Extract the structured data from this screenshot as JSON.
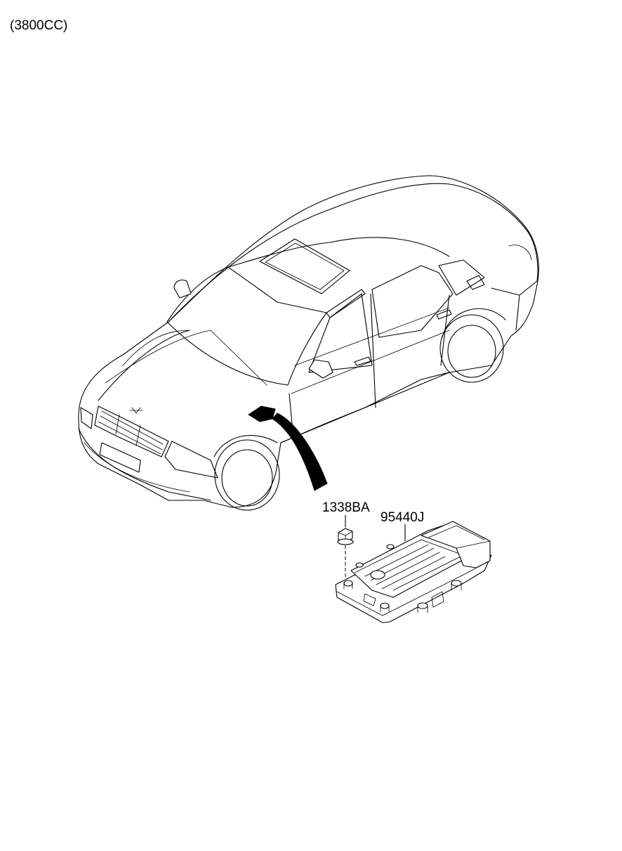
{
  "header": {
    "engine_label": "(3800CC)"
  },
  "callouts": {
    "nut_part_number": "1338BA",
    "module_part_number": "95440J"
  },
  "icons": {
    "vehicle": "sedan-vehicle-illustration",
    "location_marker": "module-location-marker",
    "pointer": "location-pointer-arrow",
    "nut": "flange-nut",
    "module": "control-module-unit"
  }
}
